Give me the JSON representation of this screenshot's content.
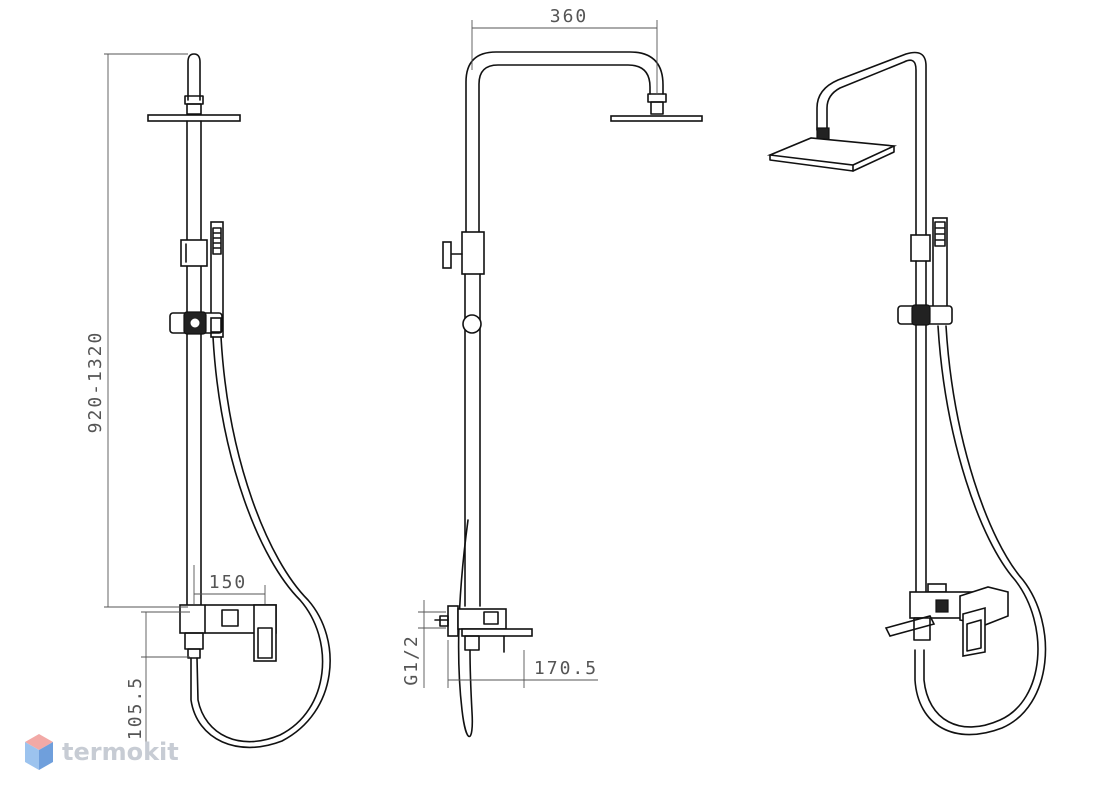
{
  "dimensions": {
    "height_range": "920-1320",
    "outlet_projection": "150",
    "inlet_offset": "105.5",
    "arm_length": "360",
    "thread": "G1/2",
    "spout_length": "170.5"
  },
  "logo": {
    "text": "termokit",
    "colors": {
      "top": "#f2a9a6",
      "left": "#9cc3ee",
      "right": "#6f9fdc"
    }
  }
}
